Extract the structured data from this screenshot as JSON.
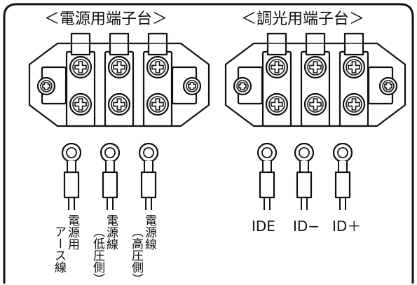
{
  "power_block": {
    "title": "＜電源用端子台＞",
    "wire_labels": [
      [
        "電源用",
        "アース線"
      ],
      [
        "電源線",
        "（低圧側）"
      ],
      [
        "電源線",
        "（高圧側）"
      ]
    ]
  },
  "dimmer_block": {
    "title": "＜調光用端子台＞",
    "wire_labels": [
      "IDE",
      "ID−",
      "ID＋"
    ]
  }
}
